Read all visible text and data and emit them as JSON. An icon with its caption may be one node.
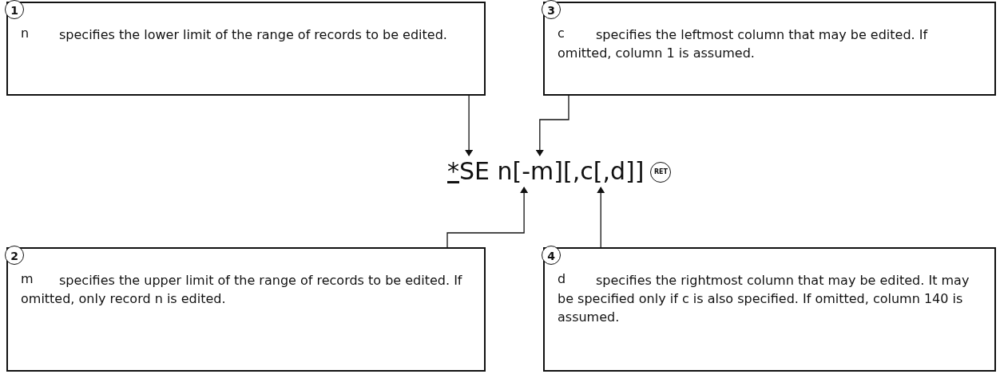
{
  "diagram": {
    "nodes": [
      {
        "text": [
          "1",
          "n",
          "specifies the lower limit of the range of records to be edited."
        ]
      },
      {
        "text": [
          "3",
          "c",
          "specifies the leftmost column that may be edited. If omitted, column 1 is assumed."
        ]
      },
      {
        "text": [
          "2",
          "m",
          "specifies the upper limit of the range of records to be edited. If omitted, only record n is edited."
        ]
      },
      {
        "text": [
          "4",
          "d",
          "specifies the rightmost column that may be edited. It may be specified only if c is also specified. If omitted, column 140 is assumed."
        ]
      },
      {
        "text": [
          "*SE n[-m][,c[,d]]"
        ]
      }
    ],
    "edges": [
      {
        "from": 0,
        "to": 4,
        "arrow": "to"
      },
      {
        "from": 1,
        "to": 4,
        "arrow": "to"
      },
      {
        "from": 2,
        "to": 4,
        "arrow": "to"
      },
      {
        "from": 3,
        "to": 4,
        "arrow": "to"
      }
    ],
    "labels": [
      "RET"
    ]
  }
}
